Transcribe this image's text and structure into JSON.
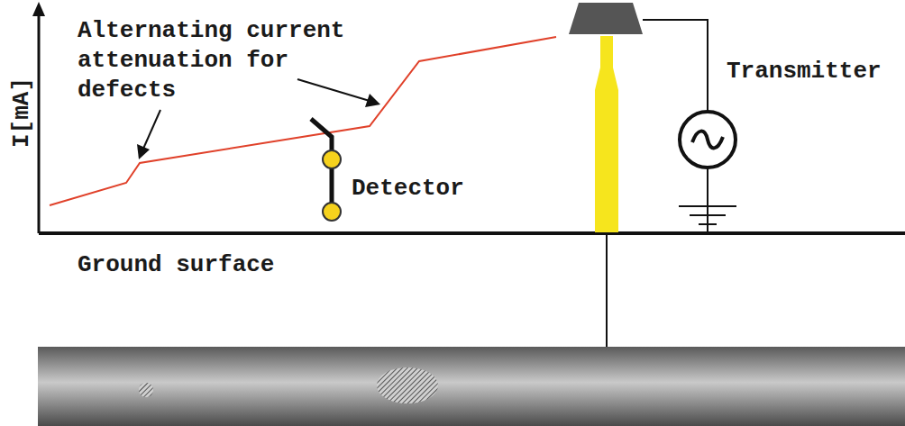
{
  "diagram": {
    "labels": [
      "I[mA]",
      "Alternating current attenuation for defects",
      "Detector",
      "Transmitter",
      "Ground surface"
    ]
  }
}
